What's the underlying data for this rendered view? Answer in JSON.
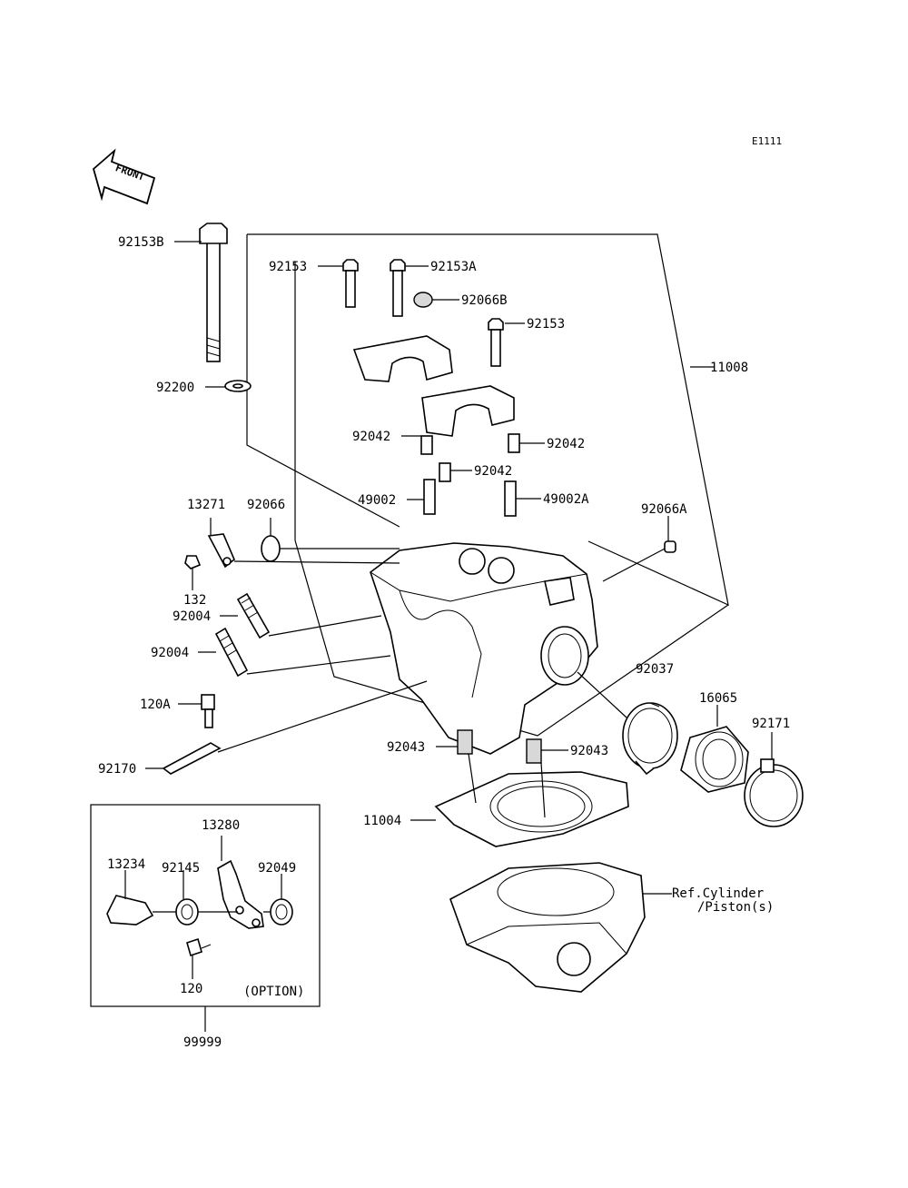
{
  "diagram": {
    "code": "E1111",
    "front_label": "FRONT",
    "option_label": "(OPTION)",
    "ref_label_line1": "Ref.Cylinder",
    "ref_label_line2": "/Piston(s)",
    "parts": {
      "p92153B": "92153B",
      "p92153": "92153",
      "p92153A": "92153A",
      "p92066B": "92066B",
      "p92153_2": "92153",
      "p11008": "11008",
      "p92200": "92200",
      "p92042_a": "92042",
      "p92042_b": "92042",
      "p92042_c": "92042",
      "p49002": "49002",
      "p49002A": "49002A",
      "p13271": "13271",
      "p92066": "92066",
      "p92066A": "92066A",
      "p132": "132",
      "p92004_a": "92004",
      "p92004_b": "92004",
      "p120A": "120A",
      "p92170": "92170",
      "p92037": "92037",
      "p16065": "16065",
      "p92171": "92171",
      "p92043_a": "92043",
      "p92043_b": "92043",
      "p11004": "11004",
      "p13280": "13280",
      "p13234": "13234",
      "p92145": "92145",
      "p92049": "92049",
      "p120": "120",
      "p99999": "99999"
    }
  }
}
